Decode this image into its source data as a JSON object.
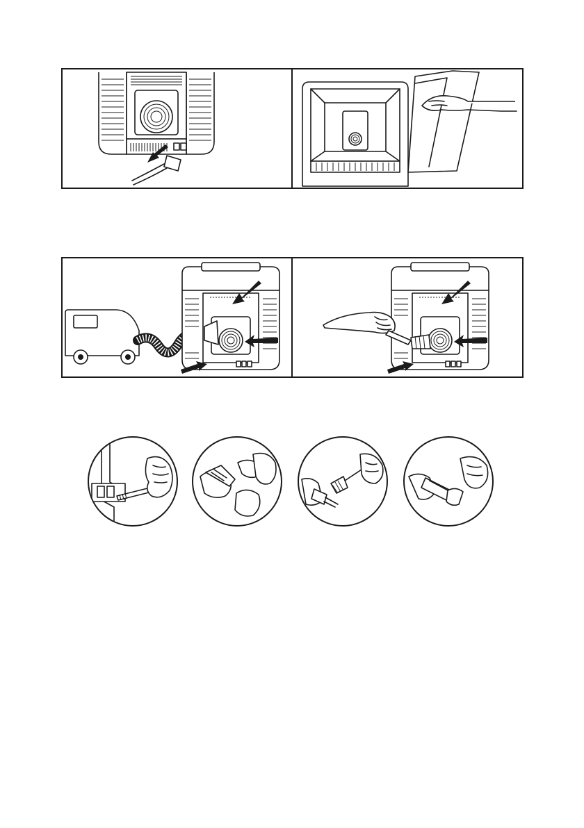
{
  "page": {
    "figures": [
      {
        "id": "unplug-power-cord"
      },
      {
        "id": "wipe-interior-lid"
      },
      {
        "id": "vacuum-vents"
      },
      {
        "id": "brush-vents"
      }
    ],
    "detail_steps": [
      {
        "id": "brush-socket"
      },
      {
        "id": "clean-plug-contacts"
      },
      {
        "id": "brush-plug"
      },
      {
        "id": "wipe-plug"
      }
    ]
  }
}
